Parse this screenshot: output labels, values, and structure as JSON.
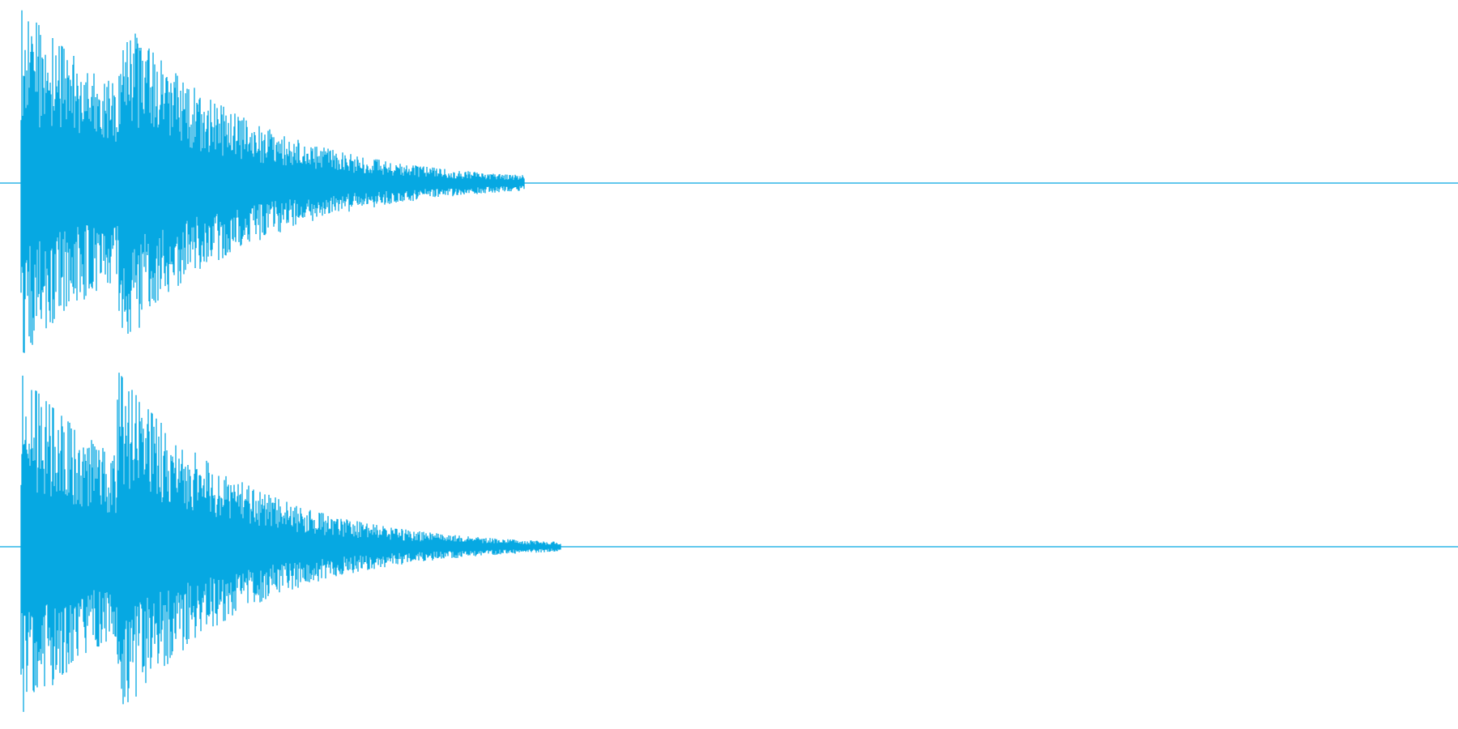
{
  "colors": {
    "background": "#ffffff",
    "waveform": "#06a8e2",
    "baseline": "#06a8e2"
  },
  "channels": [
    {
      "id": "channel-1",
      "peak": 1.0,
      "attack_bursts": [
        {
          "start": 0.0,
          "peak": 1.0,
          "decay": 0.11
        },
        {
          "start": 0.067,
          "peak": 0.96,
          "decay": 0.09
        }
      ],
      "tail_end": 0.345
    },
    {
      "id": "channel-2",
      "peak": 1.0,
      "attack_bursts": [
        {
          "start": 0.0,
          "peak": 0.98,
          "decay": 0.1
        },
        {
          "start": 0.066,
          "peak": 1.0,
          "decay": 0.085
        }
      ],
      "tail_end": 0.37
    }
  ]
}
